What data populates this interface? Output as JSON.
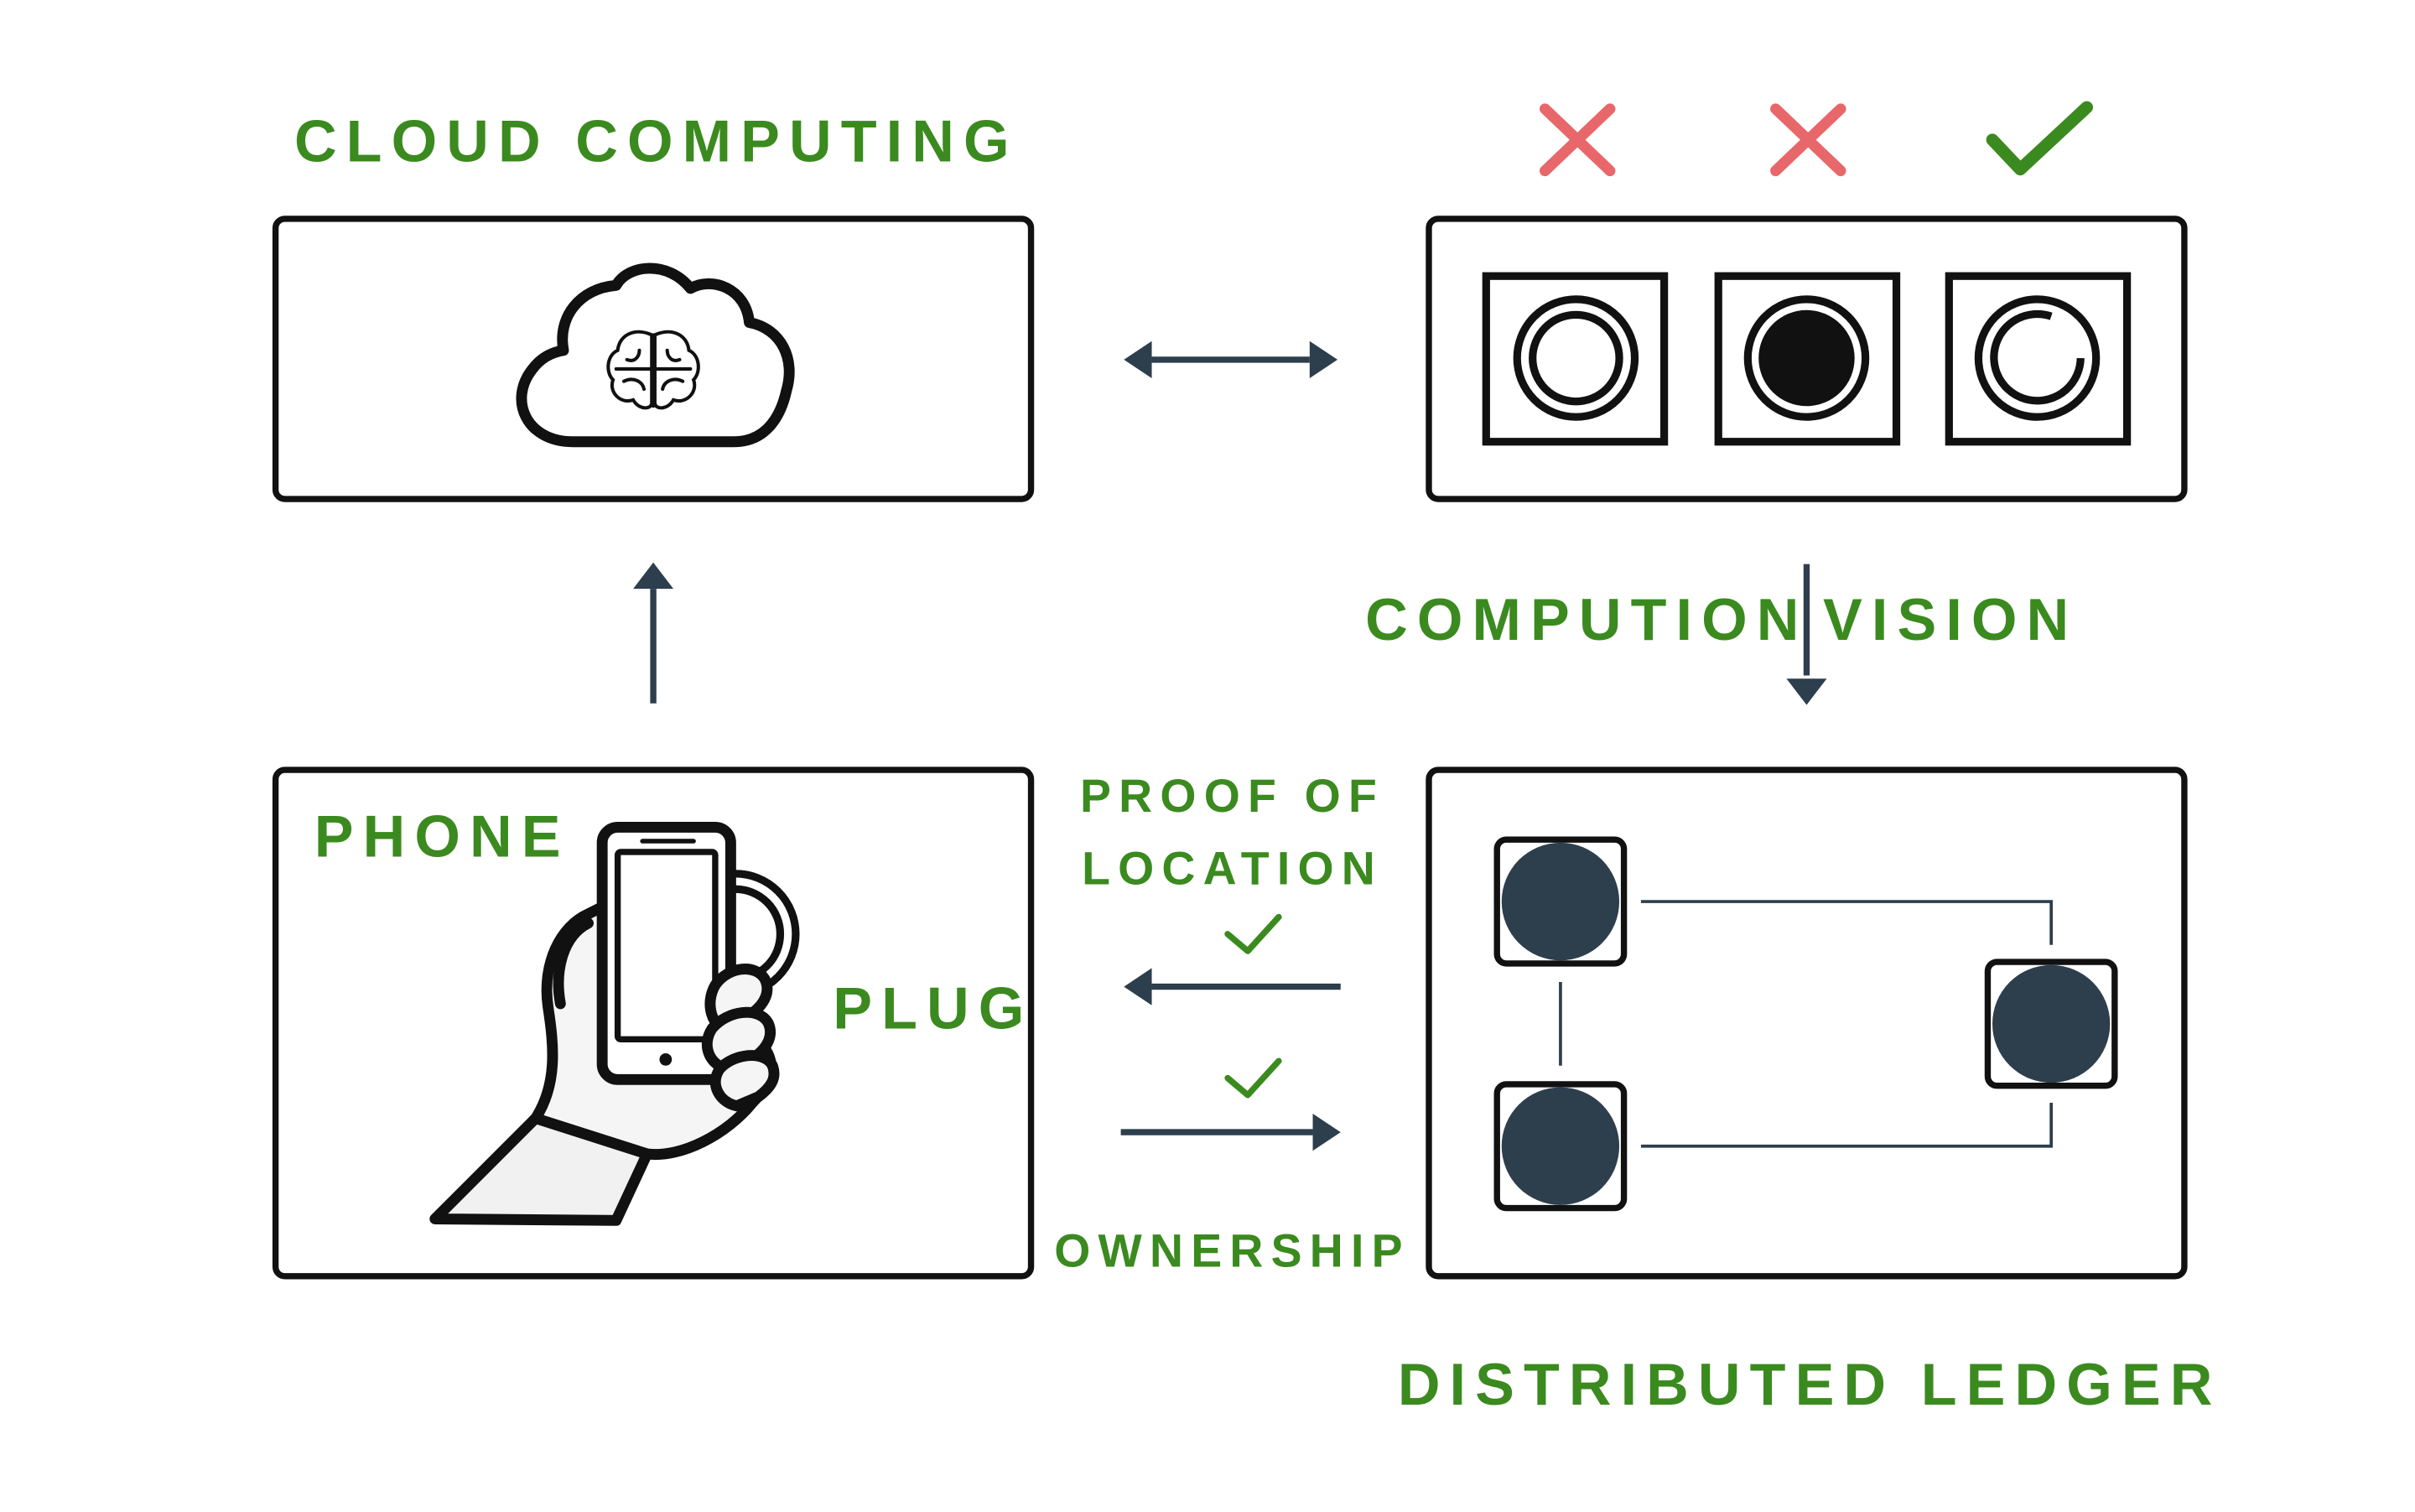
{
  "labels": {
    "cloud_computing": "CLOUD COMPUTING",
    "compution": "COMPUTION",
    "vision": "VISION",
    "phone": "PHONE",
    "plug": "PLUG",
    "proof_of": "PROOF OF",
    "location": "LOCATION",
    "ownership": "OWNERSHIP",
    "distributed_ledger": "DISTRIBUTED LEDGER"
  },
  "vision_results": [
    "cross-icon",
    "cross-icon",
    "check-icon"
  ],
  "icons": {
    "cloud": "cloud-brain-icon",
    "phone": "hand-holding-phone-icon",
    "plug": "smart-plug-icon",
    "ledger_node": "ledger-node-icon"
  },
  "colors": {
    "label_green": "#3b8a1f",
    "cross_red": "#e8676a",
    "check_green": "#3b8a1f",
    "arrow_slate": "#2d3e4d",
    "node_fill": "#2d3e4d",
    "box_stroke": "#111111"
  }
}
